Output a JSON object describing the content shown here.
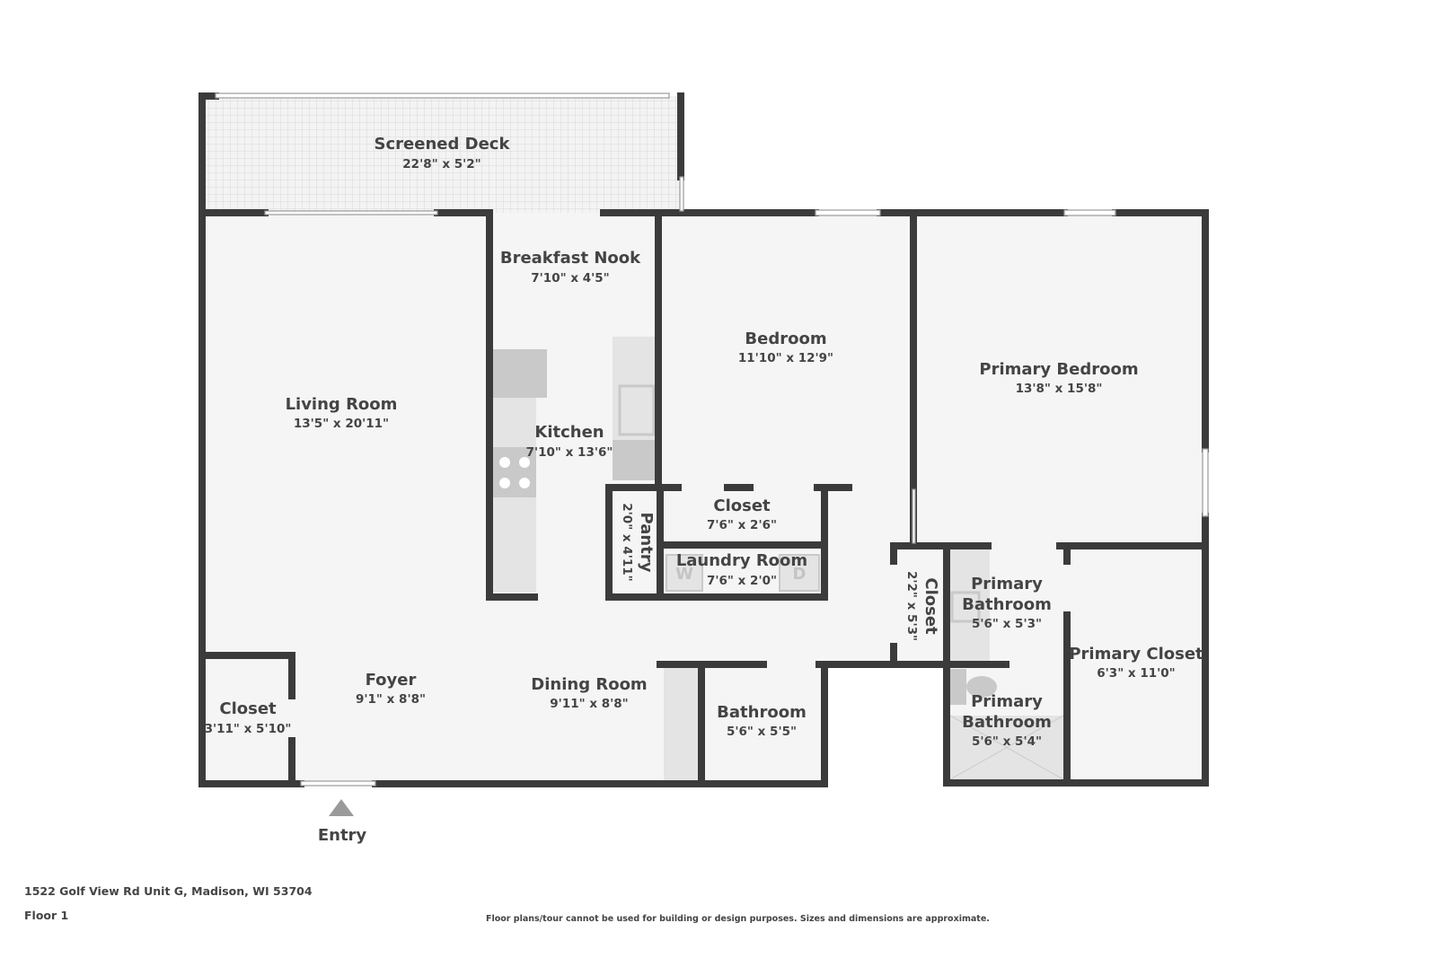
{
  "rooms": [
    {
      "name": "Screened Deck",
      "dims": "22'8\" x 5'2\""
    },
    {
      "name": "Living Room",
      "dims": "13'5\" x 20'11\""
    },
    {
      "name": "Breakfast Nook",
      "dims": "7'10\" x 4'5\""
    },
    {
      "name": "Kitchen",
      "dims": "7'10\" x 13'6\""
    },
    {
      "name": "Bedroom",
      "dims": "11'10\" x 12'9\""
    },
    {
      "name": "Primary Bedroom",
      "dims": "13'8\" x 15'8\""
    },
    {
      "name": "Closet",
      "dims": "7'6\" x 2'6\""
    },
    {
      "name": "Pantry",
      "dims": "2'0\" x 4'11\""
    },
    {
      "name": "Laundry Room",
      "dims": "7'6\" x 2'0\""
    },
    {
      "name": "Closet",
      "dims": "2'2\" x 5'3\""
    },
    {
      "name": "Primary Bathroom",
      "name_lines": [
        "Primary",
        "Bathroom"
      ],
      "dims": "5'6\" x 5'3\""
    },
    {
      "name": "Primary Closet",
      "dims": "6'3\" x 11'0\""
    },
    {
      "name": "Foyer",
      "dims": "9'1\" x 8'8\""
    },
    {
      "name": "Dining Room",
      "dims": "9'11\" x 8'8\""
    },
    {
      "name": "Closet",
      "dims": "3'11\" x 5'10\""
    },
    {
      "name": "Bathroom",
      "dims": "5'6\" x 5'5\""
    },
    {
      "name": "Primary Bathroom",
      "name_lines": [
        "Primary",
        "Bathroom"
      ],
      "dims": "5'6\" x 5'4\""
    }
  ],
  "entry_label": "Entry",
  "appliances": {
    "washer": "W",
    "dryer": "D"
  },
  "footer": {
    "address": "1522 Golf View Rd Unit G, Madison, WI 53704",
    "floor": "Floor 1",
    "disclaimer": "Floor plans/tour cannot be used for building or design purposes. Sizes and dimensions are approximate."
  },
  "colors": {
    "wall": "#3b3b3b",
    "floor": "#f5f5f5",
    "text": "#444444"
  }
}
